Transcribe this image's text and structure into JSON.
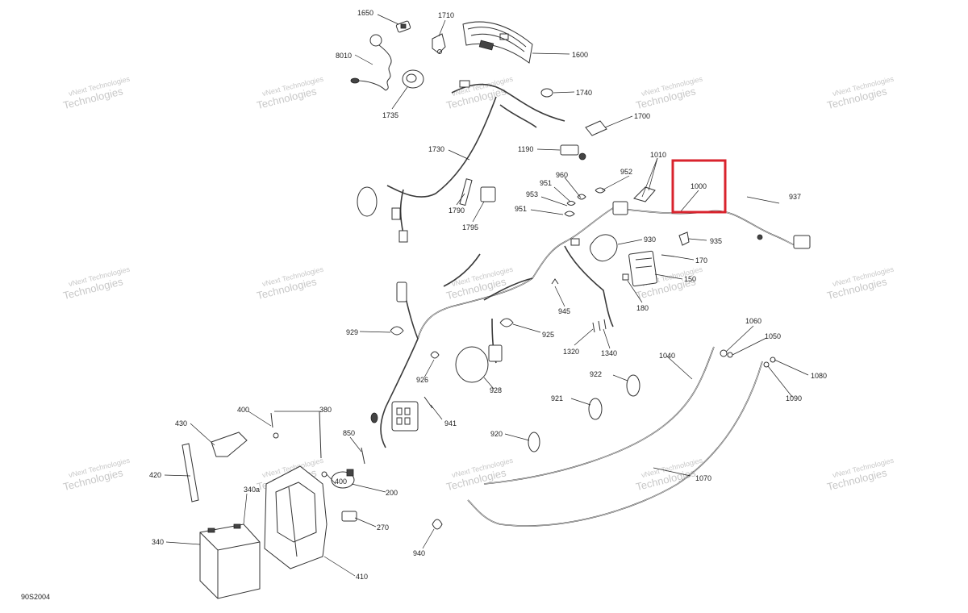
{
  "document_code": "90S2004",
  "highlight_color": "#d9232d",
  "watermark": {
    "line1": "vNext Technologies",
    "line2": "Technologies"
  },
  "callouts": {
    "c1650": "1650",
    "c1710": "1710",
    "c1600": "1600",
    "c8010": "8010",
    "c1735": "1735",
    "c1740": "1740",
    "c1700": "1700",
    "c1730": "1730",
    "c1190": "1190",
    "c1010": "1010",
    "c1000": "1000",
    "c952": "952",
    "c960": "960",
    "c951a": "951",
    "c953": "953",
    "c951b": "951",
    "c937": "937",
    "c1790": "1790",
    "c1795": "1795",
    "c930": "930",
    "c935": "935",
    "c170": "170",
    "c150": "150",
    "c180": "180",
    "c945": "945",
    "c929": "929",
    "c925": "925",
    "c1320": "1320",
    "c1340": "1340",
    "c1060": "1060",
    "c1050": "1050",
    "c1040": "1040",
    "c1080": "1080",
    "c1090": "1090",
    "c926": "926",
    "c928": "928",
    "c922": "922",
    "c921": "921",
    "c941": "941",
    "c920": "920",
    "c1070": "1070",
    "c430": "430",
    "c400a": "400",
    "c380": "380",
    "c850": "850",
    "c420": "420",
    "c340a": "340a",
    "c400b": "400",
    "c200": "200",
    "c270": "270",
    "c340": "340",
    "c940": "940",
    "c410": "410"
  }
}
